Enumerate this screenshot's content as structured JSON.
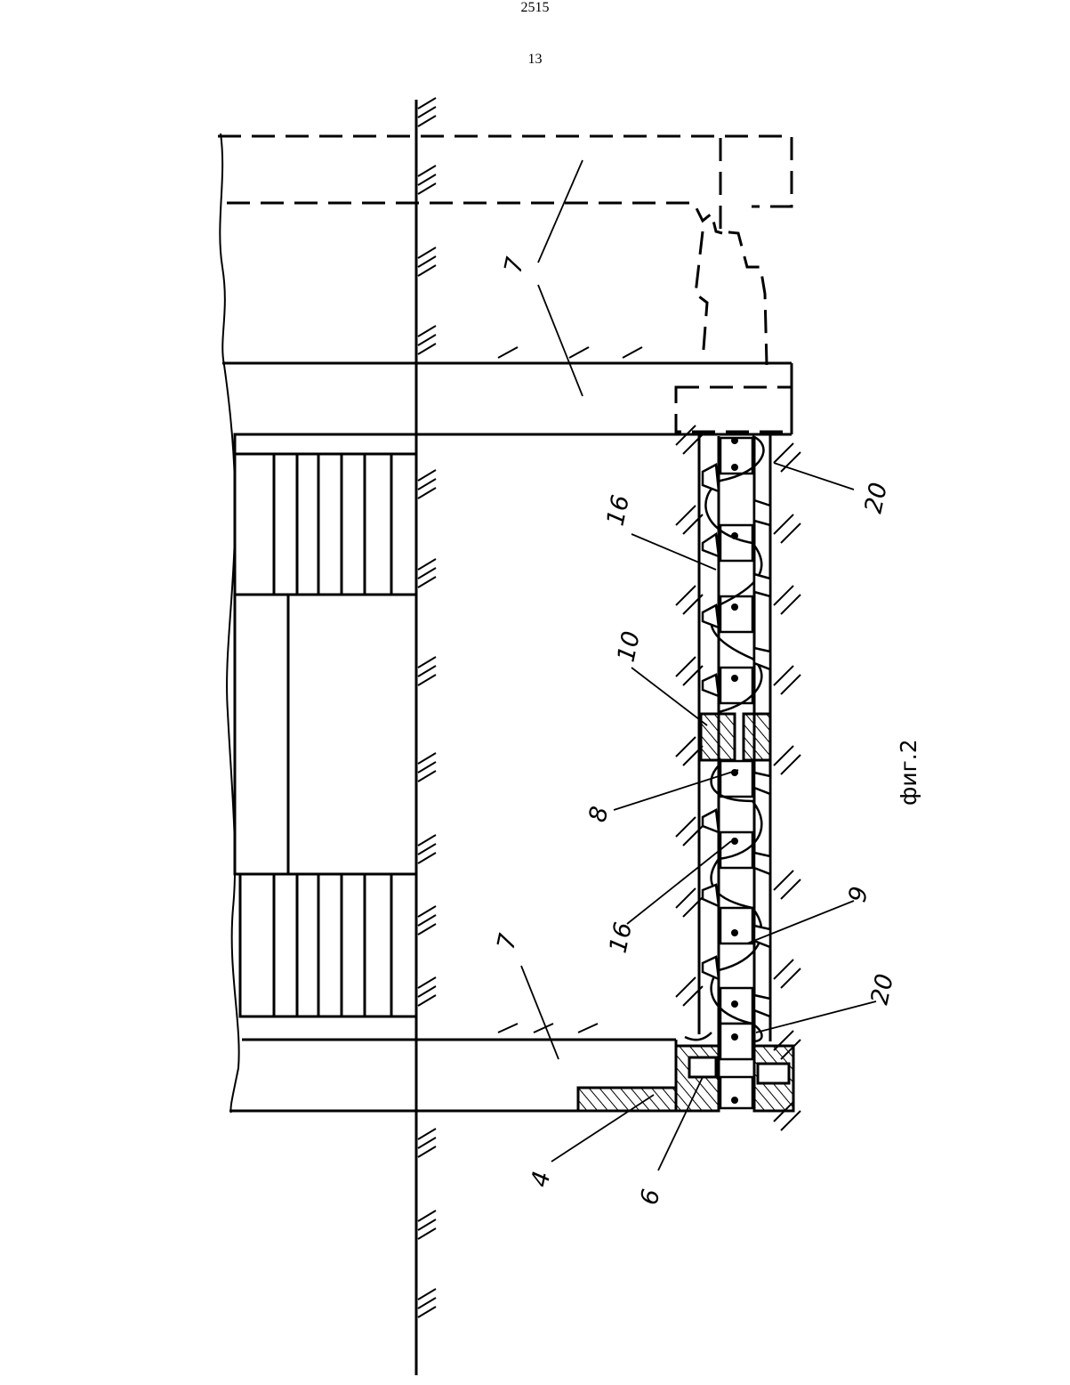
{
  "header": {
    "doc_number": "2515",
    "page_number": "13"
  },
  "figure": {
    "caption": "фиг.2",
    "labels": {
      "top_7": "7",
      "bottom_7": "7",
      "l16_upper": "16",
      "l16_lower": "16",
      "l10": "10",
      "l8": "8",
      "l9": "9",
      "l20_right": "20",
      "l20_lower": "20",
      "l4": "4",
      "l6": "6"
    }
  }
}
